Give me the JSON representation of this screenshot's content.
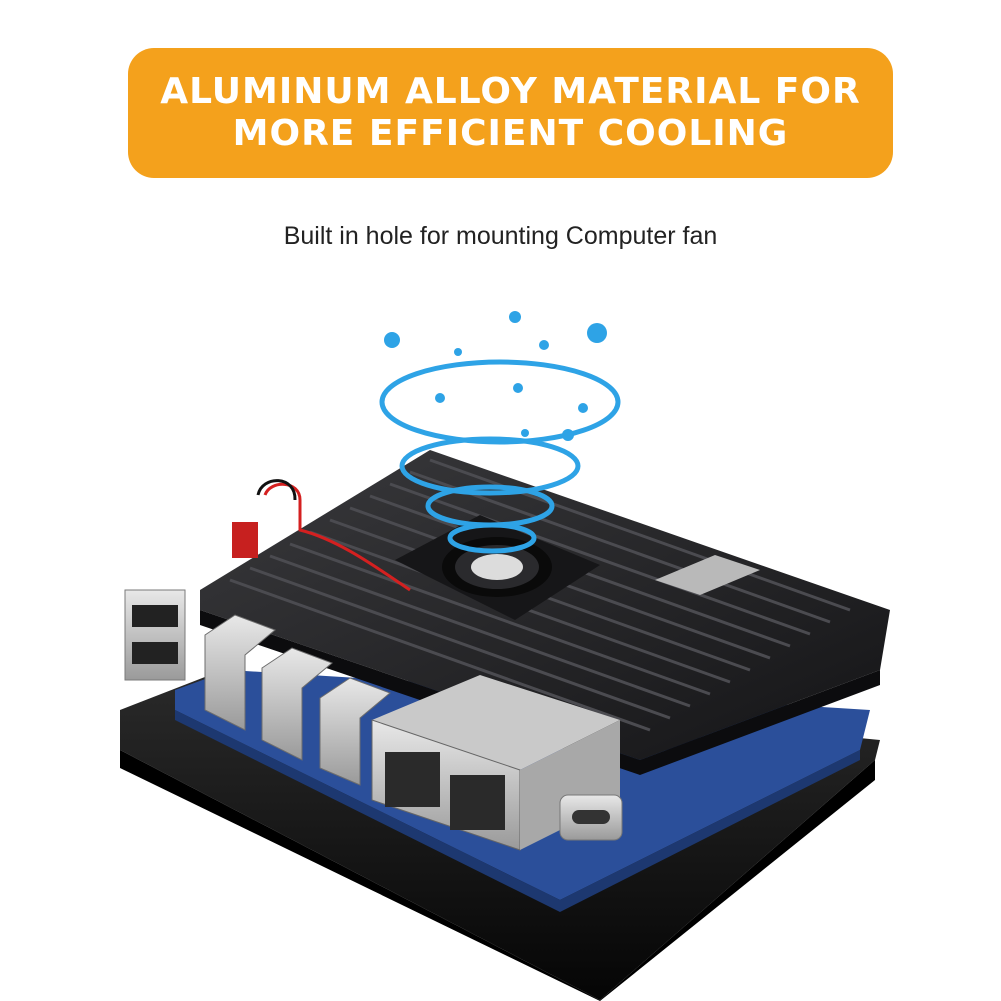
{
  "banner": {
    "line1": "ALUMINUM ALLOY MATERIAL FOR",
    "line2": "MORE EFFICIENT COOLING"
  },
  "subtitle": "Built in hole for mounting Computer fan",
  "colors": {
    "banner_bg": "#f4a11c",
    "banner_text": "#ffffff",
    "airflow_blue": "#2ea3e6",
    "heatsink": "#1c1c1e",
    "base_plate": "#0d0d0d",
    "pcb_blue": "#2b4f9a"
  },
  "icons": [
    "airflow-swirl-icon",
    "cooling-fan-icon"
  ]
}
